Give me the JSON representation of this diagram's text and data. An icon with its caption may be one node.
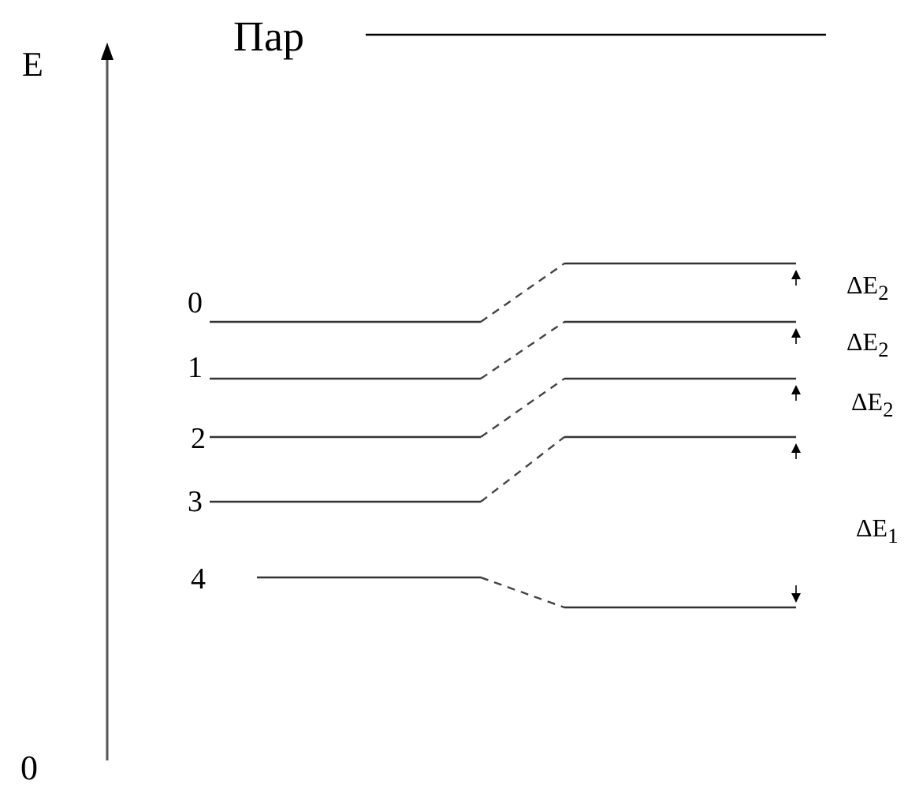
{
  "diagram": {
    "labels": [
      "Пар",
      "E",
      "0",
      "ΔE$_{2}$",
      "1",
      "ΔE$_{2}$",
      "2",
      "ΔE$_{2}$",
      "3",
      "ΔE$_{1}$",
      "4",
      "0"
    ]
  }
}
